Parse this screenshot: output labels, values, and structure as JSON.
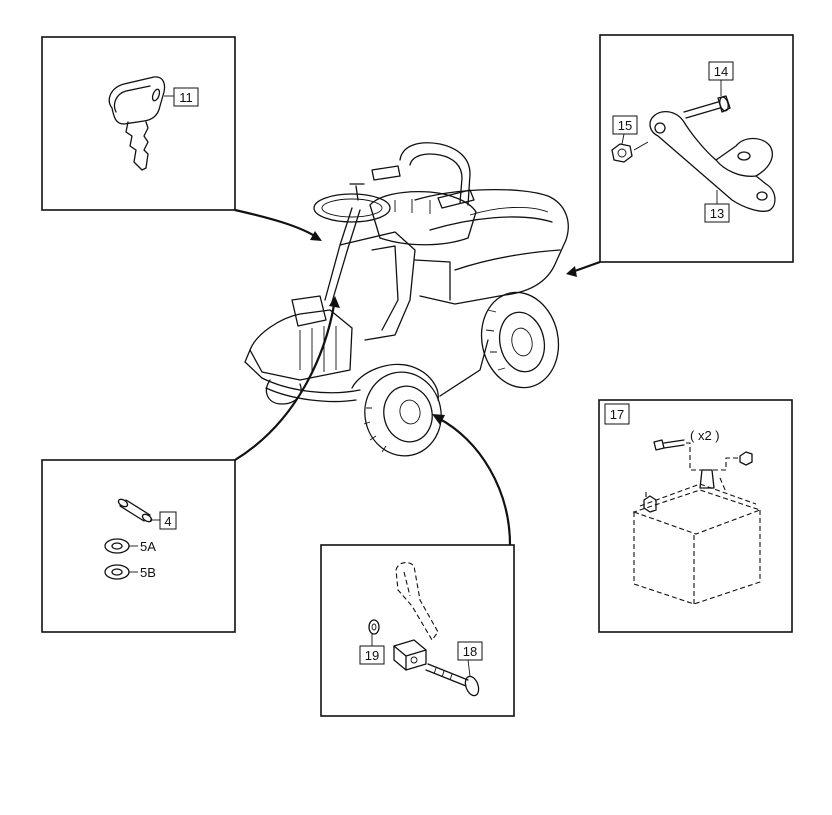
{
  "callouts": {
    "key": "11",
    "bracket": "13",
    "bolt_bracket": "14",
    "nut_bracket": "15",
    "pin": "4",
    "washer_a": "5A",
    "washer_b": "5B",
    "battery_kit": "17",
    "battery_qty": "( x2 )",
    "pedal_bolt": "18",
    "pedal_washer": "19"
  }
}
